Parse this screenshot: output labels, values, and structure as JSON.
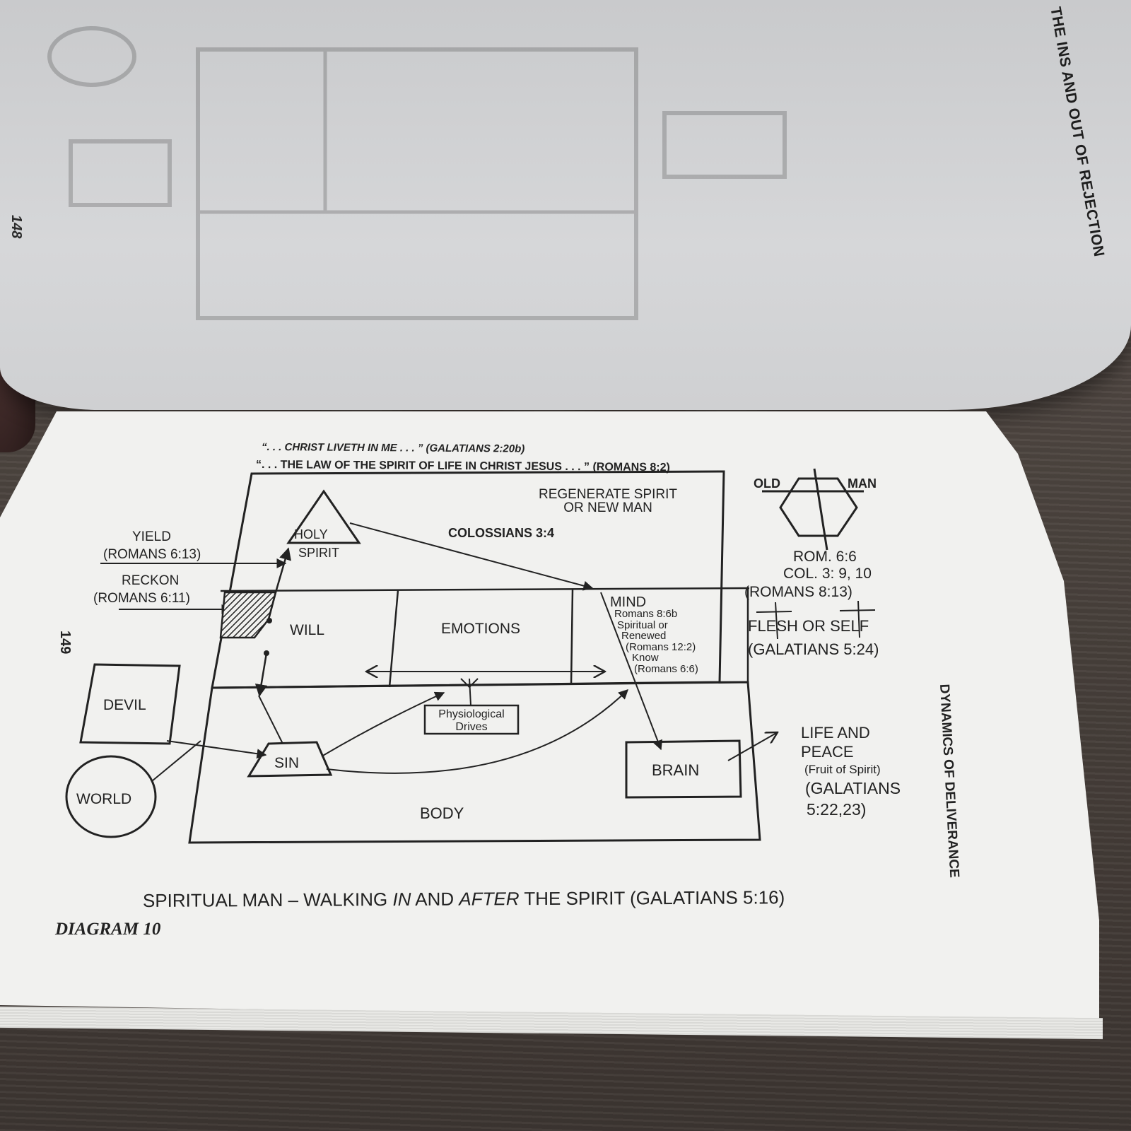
{
  "top_page": {
    "page_number": "148",
    "running_head": "THE INS AND OUT OF REJECTION"
  },
  "page": {
    "page_number": "149",
    "running_head": "DYNAMICS OF DELIVERANCE",
    "quote_1": "“. . . CHRIST LIVETH IN ME . . . ” (GALATIANS 2:20b)",
    "quote_2": "“. . . THE LAW OF THE SPIRIT OF LIFE IN CHRIST JESUS . . . ” (ROMANS 8:2)",
    "caption": {
      "part1": "SPIRITUAL MAN – WALKING ",
      "part2": "IN",
      "part3": " AND ",
      "part4": "AFTER",
      "part5": " THE SPIRIT (GALATIANS 5:16)"
    },
    "diagram_label": "DIAGRAM 10"
  },
  "diagram": {
    "spirit_title_1": "REGENERATE SPIRIT",
    "spirit_title_2": "OR NEW MAN",
    "colossians": "COLOSSIANS 3:4",
    "holy": "HOLY",
    "spirit": "SPIRIT",
    "yield": "YIELD",
    "yield_ref": "(ROMANS 6:13)",
    "reckon": "RECKON",
    "reckon_ref": "(ROMANS 6:11)",
    "will": "WILL",
    "emotions": "EMOTIONS",
    "mind": "MIND",
    "mind_ref1": "Romans 8:6b",
    "mind_ref2": "Spiritual or",
    "mind_ref3": "Renewed",
    "mind_ref4": "(Romans 12:2)",
    "mind_ref5": "Know",
    "mind_ref6": "(Romans 6:6)",
    "devil": "DEVIL",
    "world": "WORLD",
    "sin": "SIN",
    "physio_1": "Physiological",
    "physio_2": "Drives",
    "brain": "BRAIN",
    "body": "BODY",
    "old": "OLD",
    "man": "MAN",
    "rom66": "ROM. 6:6",
    "col39": "COL. 3: 9, 10",
    "rom813": "(ROMANS 8:13)",
    "flesh": "FLESH OR SELF",
    "gal524": "(GALATIANS 5:24)",
    "life1": "LIFE AND",
    "life2": "PEACE",
    "fruit": "(Fruit of Spirit)",
    "gal1": "(GALATIANS",
    "gal2": "5:22,23)"
  }
}
